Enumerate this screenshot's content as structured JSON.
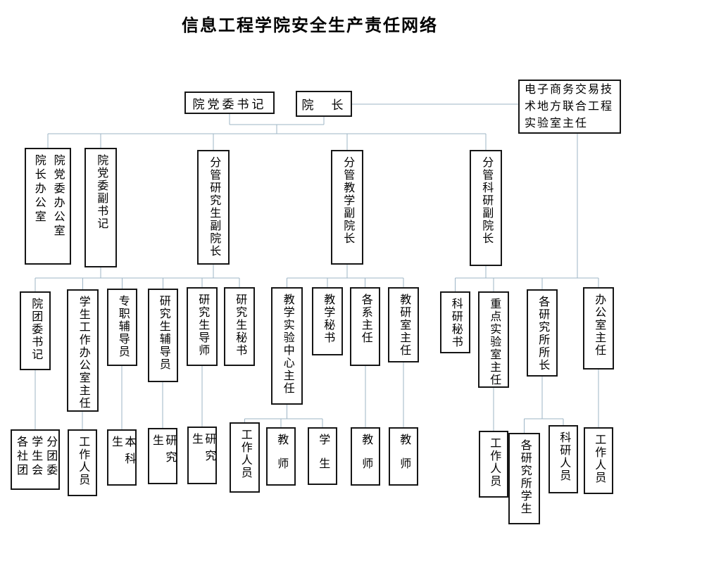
{
  "title": "信息工程学院安全生产责任网络",
  "colors": {
    "line": "#9db4c6",
    "border": "#161616",
    "text": "#000000",
    "background": "#ffffff"
  },
  "nodes": {
    "party_secretary": {
      "label": "院党委书记"
    },
    "dean": {
      "label": "院　长"
    },
    "lab_director": {
      "line1": "电子商务交易技",
      "line2": "术地方联合工程",
      "line3": "实验室主任"
    },
    "offices": {
      "col1": "院党委办公室",
      "col2": "院长办公室"
    },
    "deputy_party_secretary": {
      "label": "院党委副书记"
    },
    "vice_dean_graduate": {
      "label": "分管研究生副院长"
    },
    "vice_dean_teaching": {
      "label": "分管教学副院长"
    },
    "vice_dean_research": {
      "label": "分管科研副院长"
    },
    "league_secretary": {
      "label": "院团委书记"
    },
    "student_office_director": {
      "label": "学生工作办公室主任"
    },
    "fulltime_counselor": {
      "label": "专职辅导员"
    },
    "grad_counselor": {
      "label": "研究生辅导员"
    },
    "grad_advisor": {
      "label": "研究生导师"
    },
    "grad_secretary": {
      "label": "研究生秘书"
    },
    "teaching_center_director": {
      "label": "教学实验中心主任"
    },
    "teaching_secretary": {
      "label": "教学秘书"
    },
    "dept_heads": {
      "label": "各系主任"
    },
    "teaching_office_director": {
      "label": "教研室主任"
    },
    "research_secretary": {
      "label": "科研秘书"
    },
    "key_lab_director": {
      "label": "重点实验室主任"
    },
    "institute_directors": {
      "label": "各研究所所长"
    },
    "office_director": {
      "label": "办公室主任"
    },
    "league_groups": {
      "col1": "分团委",
      "col2": "学生会",
      "col3": "各社团"
    },
    "student_office_staff": {
      "label": "工作人员"
    },
    "undergraduates": {
      "label": "本科生"
    },
    "grad_students_counselor": {
      "label": "研究生"
    },
    "grad_students_advisor": {
      "label": "研究生"
    },
    "center_staff": {
      "label": "工作人员"
    },
    "center_teachers": {
      "label": "教师"
    },
    "center_students": {
      "label": "学生"
    },
    "dept_teachers": {
      "label": "教师"
    },
    "office_teachers": {
      "label": "教师"
    },
    "key_lab_staff": {
      "label": "工作人员"
    },
    "institute_students": {
      "label": "各研究所学生"
    },
    "research_staff": {
      "label": "科研人员"
    },
    "office_staff": {
      "label": "工作人员"
    }
  }
}
